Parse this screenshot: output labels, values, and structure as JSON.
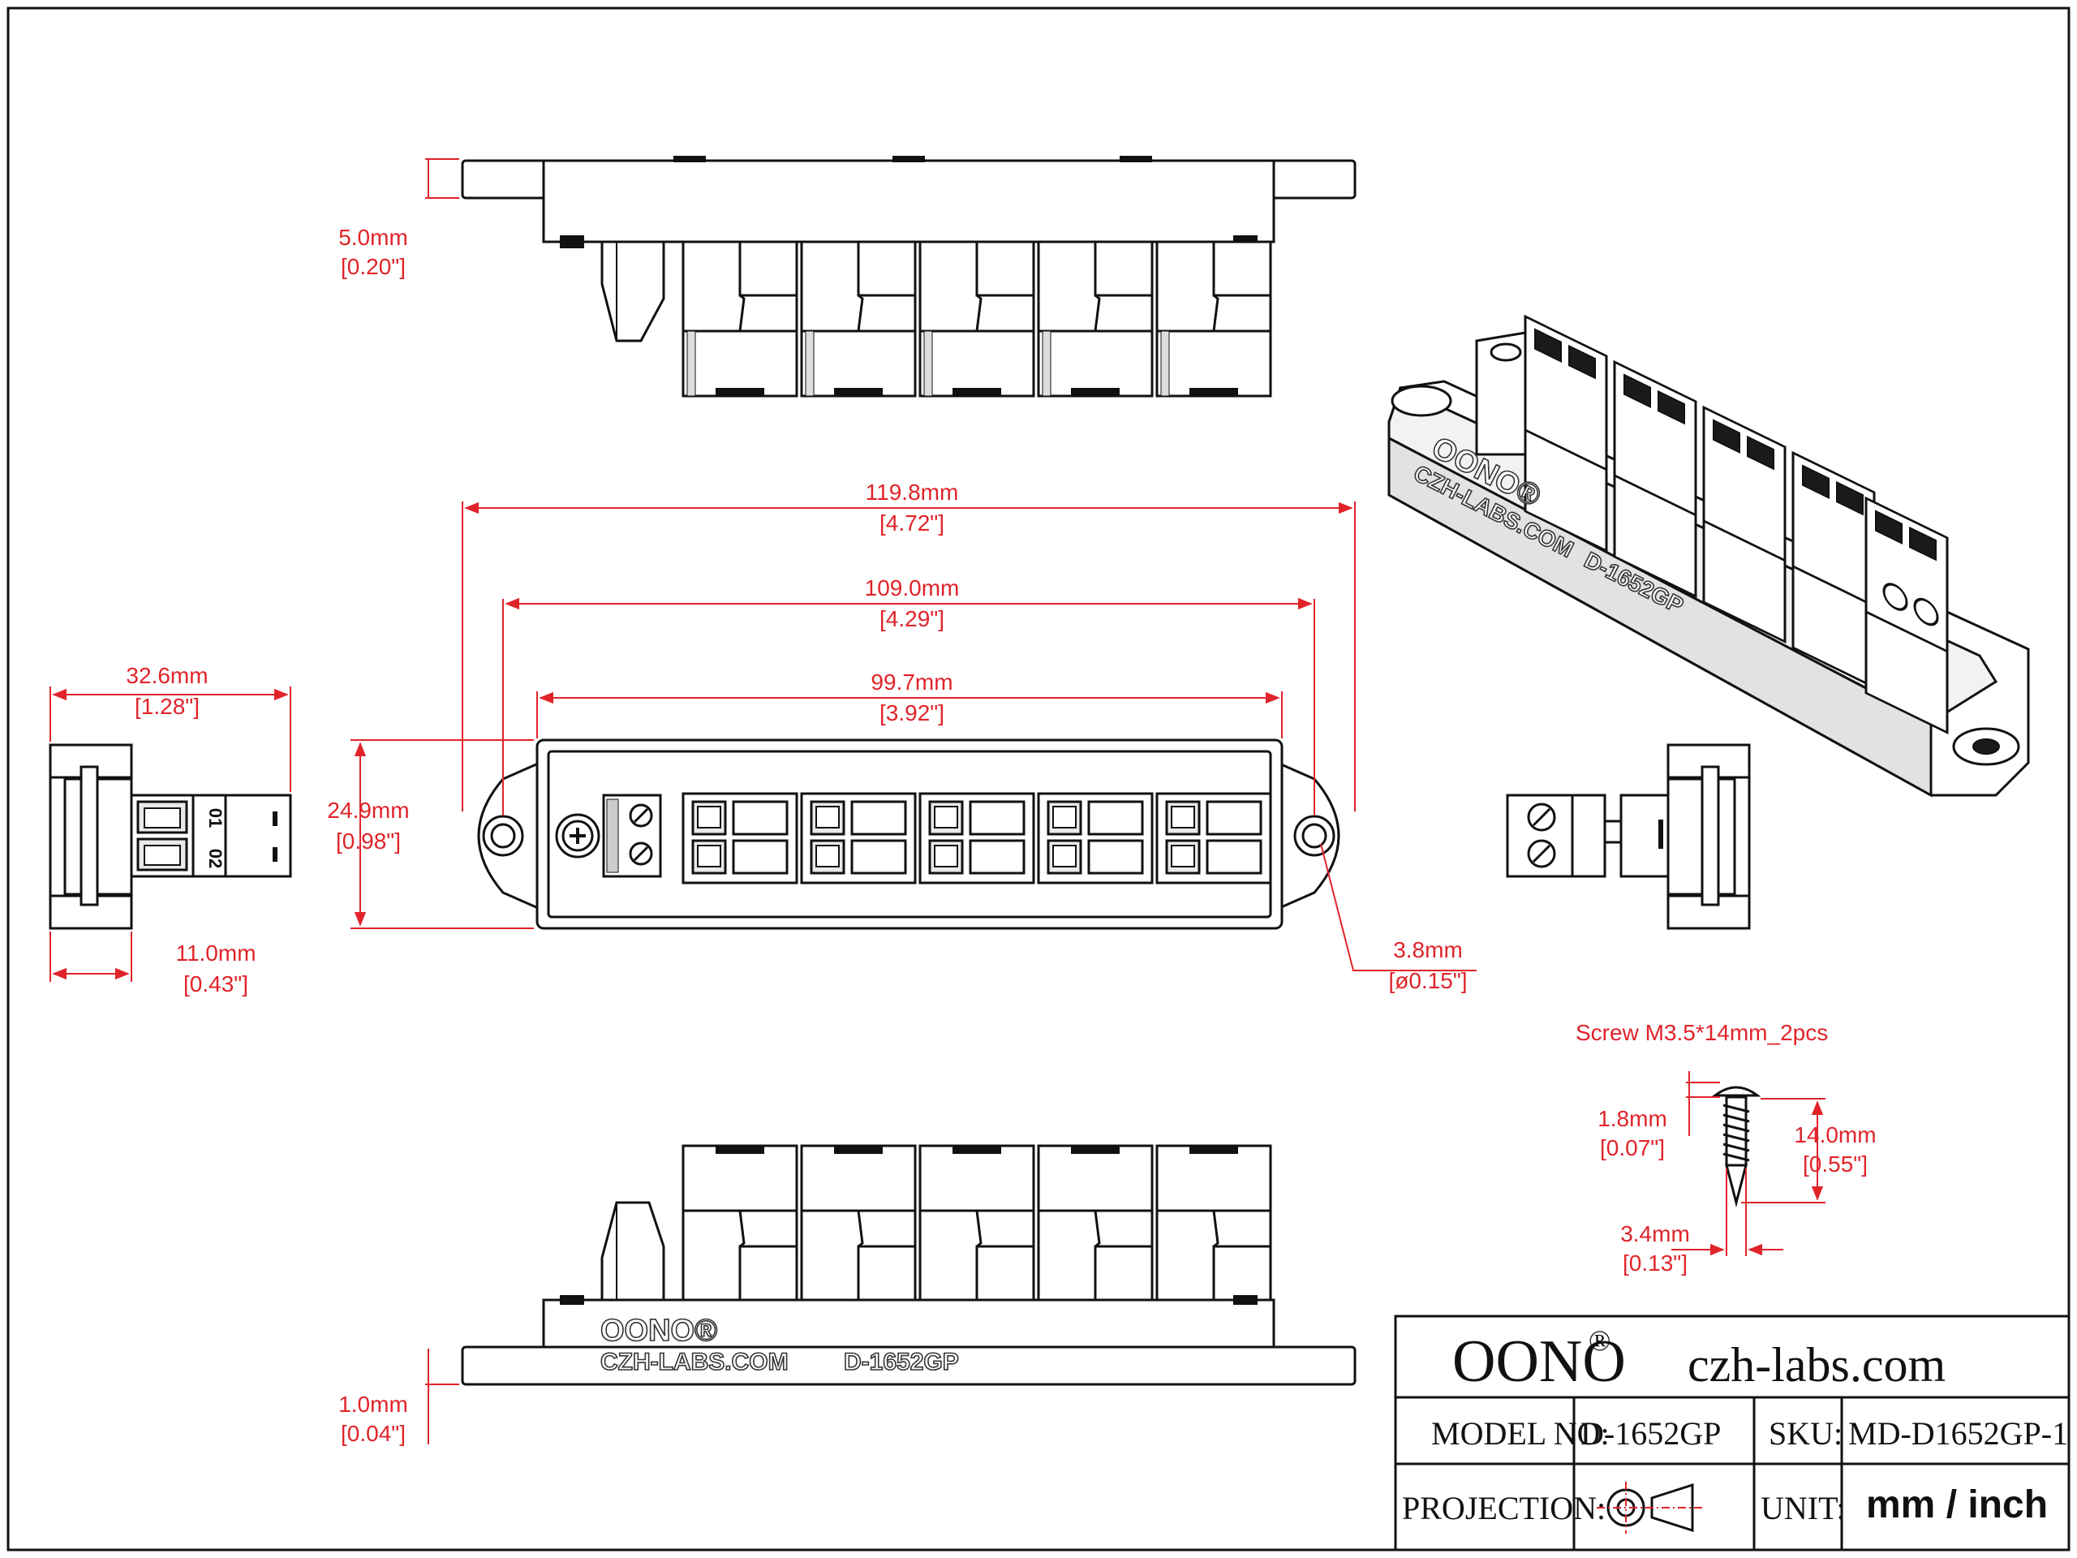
{
  "dimensions": {
    "width_overall": {
      "mm": "119.8mm",
      "inch": "[4.72\"]"
    },
    "width_holes": {
      "mm": "109.0mm",
      "inch": "[4.29\"]"
    },
    "width_body": {
      "mm": "99.7mm",
      "inch": "[3.92\"]"
    },
    "height": {
      "mm": "24.9mm",
      "inch": "[0.98\"]"
    },
    "depth": {
      "mm": "32.6mm",
      "inch": "[1.28\"]"
    },
    "base_depth": {
      "mm": "11.0mm",
      "inch": "[0.43\"]"
    },
    "hole": {
      "mm": "3.8mm",
      "inch": "[ø0.15\"]"
    },
    "top_flange": {
      "mm": "5.0mm",
      "inch": "[0.20\"]"
    },
    "bottom_flange": {
      "mm": "1.0mm",
      "inch": "[0.04\"]"
    }
  },
  "screw": {
    "title": "Screw M3.5*14mm_2pcs",
    "head": {
      "mm": "1.8mm",
      "inch": "[0.07\"]"
    },
    "length": {
      "mm": "14.0mm",
      "inch": "[0.55\"]"
    },
    "diameter": {
      "mm": "3.4mm",
      "inch": "[0.13\"]"
    }
  },
  "embossing": {
    "brand": "OONO®",
    "site": "CZH-LABS.COM",
    "model": "D-1652GP",
    "terminal_labels": [
      "01",
      "02"
    ]
  },
  "title_block": {
    "brand": "OONO",
    "brand_mark": "®",
    "website": "czh-labs.com",
    "model_label": "MODEL NO:",
    "model_value": "D-1652GP",
    "sku_label": "SKU:",
    "sku_value": "MD-D1652GP-1",
    "projection_label": "PROJECTION:",
    "unit_label": "UNIT:",
    "unit_value": "mm / inch"
  },
  "colors": {
    "dimension": "#e0242a",
    "line": "#111111",
    "paper": "#ffffff"
  }
}
